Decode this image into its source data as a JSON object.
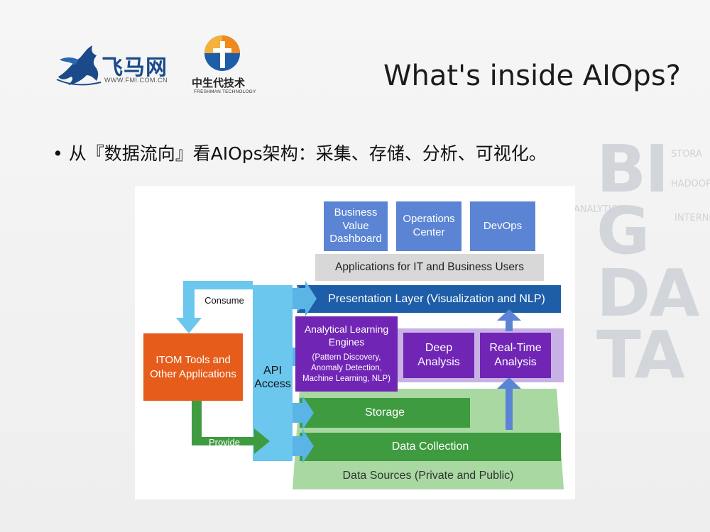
{
  "header": {
    "title": "What's inside AIOps?",
    "bullet": "• 从『数据流向』看AIOps架构：采集、存储、分析、可视化。"
  },
  "logos": {
    "feima_name": "飞马网",
    "feima_url": "WWW.FMI.COM.CN",
    "zsd_name": "中生代技术",
    "zsd_en": "FRESHMAN TECHNOLOGY"
  },
  "watermark": {
    "big": "BIG DATA",
    "small": [
      "STORA",
      "HADOOP",
      "ANALYTICS",
      "INTERNET"
    ]
  },
  "diagram": {
    "apps": [
      "Business Value Dashboard",
      "Operations Center",
      "DevOps"
    ],
    "apps_bar": "Applications for IT and Business Users",
    "presentation": "Presentation Layer (Visualization and NLP)",
    "analytical_title": "Analytical Learning Engines",
    "analytical_detail": "(Pattern Discovery, Anomaly Detection, Machine Learning, NLP)",
    "deep_analysis": "Deep Analysis",
    "realtime_analysis": "Real-Time Analysis",
    "storage": "Storage",
    "data_collection": "Data Collection",
    "data_sources": "Data Sources (Private and Public)",
    "itom": "ITOM Tools and Other Applications",
    "api_access": "API Access",
    "consume": "Consume",
    "provide": "Provide"
  },
  "colors": {
    "app_blue": "#5b84d4",
    "presentation_blue": "#1e5da8",
    "purple": "#7125b5",
    "lavender": "#c8b1e4",
    "green": "#3f9b3f",
    "light_green": "#a9d8a3",
    "api_light_blue": "#6cc7ee",
    "orange": "#e65d1b"
  }
}
